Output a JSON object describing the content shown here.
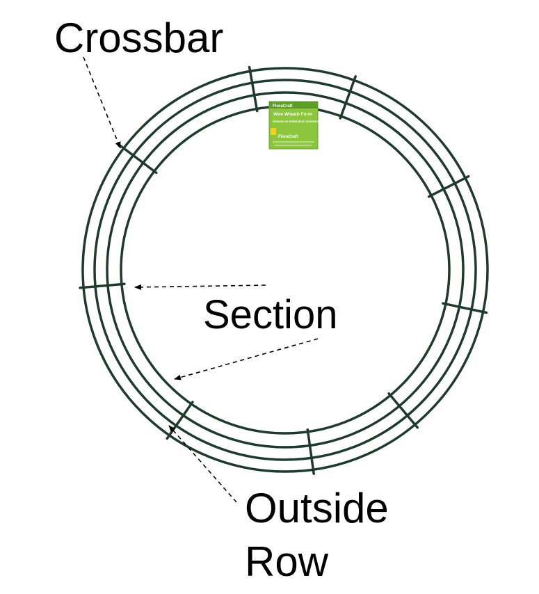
{
  "labels": {
    "crossbar": "Crossbar",
    "section": "Section",
    "outside_line1": "Outside",
    "outside_line2": "Row"
  },
  "colors": {
    "wire": "#1f3a2c",
    "tag": "#8cc63f",
    "tag_border": "#6aa82e",
    "arrow": "#000000"
  },
  "tag": {
    "brand": "FloraCraft",
    "title": "Wire Wreath Form",
    "title_fr": "Anneau en métal pour couronne",
    "brand_big": "FloraCraft"
  }
}
